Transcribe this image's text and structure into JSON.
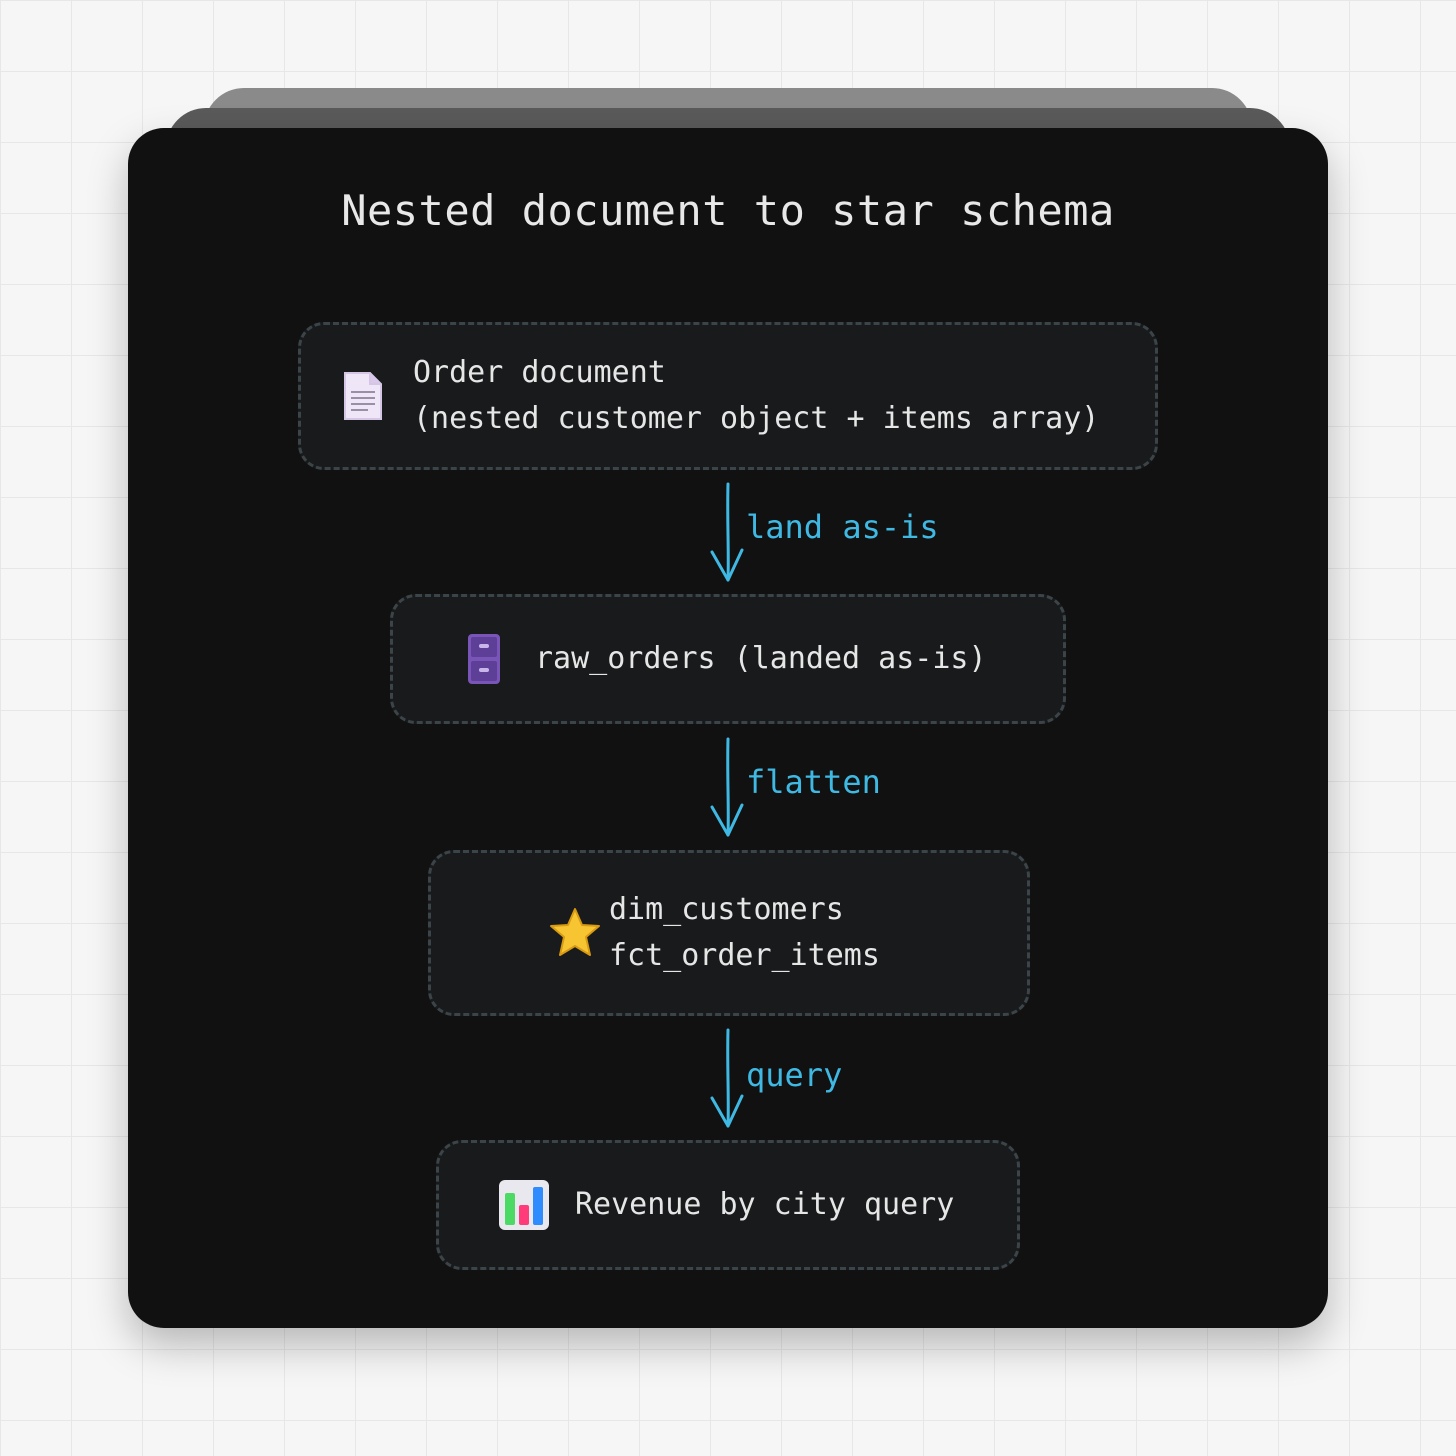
{
  "diagram": {
    "title": "Nested document to star schema",
    "nodes": [
      {
        "id": "order-document",
        "icon": "document-icon",
        "lines": [
          "Order document",
          "(nested customer object + items array)"
        ]
      },
      {
        "id": "raw-orders",
        "icon": "file-cabinet-icon",
        "lines": [
          "raw_orders (landed as-is)"
        ]
      },
      {
        "id": "star-schema",
        "icon": "star-icon",
        "lines": [
          "dim_customers",
          "fct_order_items"
        ]
      },
      {
        "id": "revenue-query",
        "icon": "bar-chart-icon",
        "lines": [
          "Revenue by city query"
        ]
      }
    ],
    "edges": [
      {
        "from": "order-document",
        "to": "raw-orders",
        "label": "land as-is"
      },
      {
        "from": "raw-orders",
        "to": "star-schema",
        "label": "flatten"
      },
      {
        "from": "star-schema",
        "to": "revenue-query",
        "label": "query"
      }
    ],
    "colors": {
      "background": "#111111",
      "node_fill": "#181a1b",
      "node_border": "#3b4448",
      "text": "#e6e6e6",
      "edge": "#3fb9e3"
    }
  }
}
